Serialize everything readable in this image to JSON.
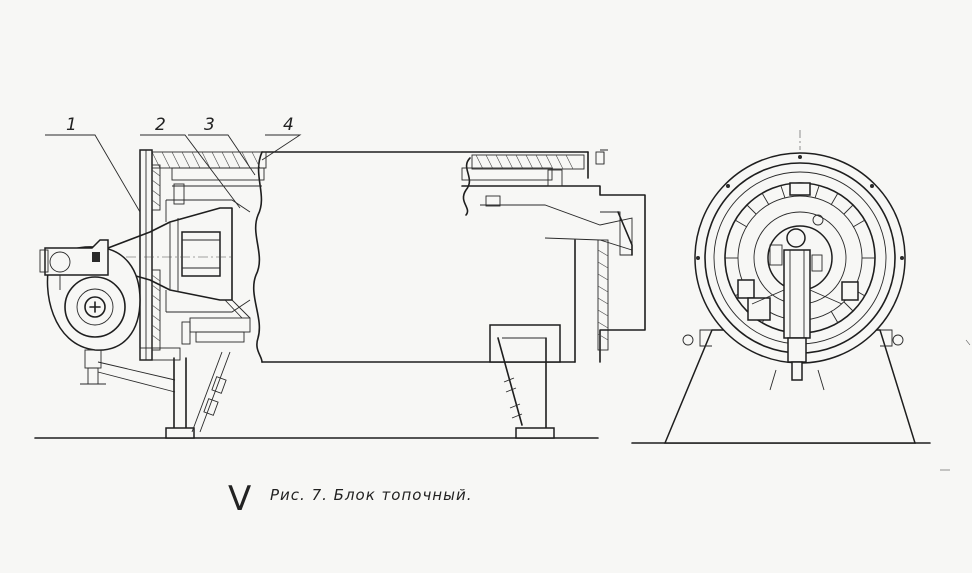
{
  "drawing": {
    "callouts": [
      {
        "id": "1",
        "label": "1"
      },
      {
        "id": "2",
        "label": "2"
      },
      {
        "id": "3",
        "label": "3"
      },
      {
        "id": "4",
        "label": "4"
      }
    ],
    "mark": "V",
    "caption": "Рис. 7. Блок топочный."
  },
  "colors": {
    "paper": "#f7f7f5",
    "ink": "#1e1e1e"
  }
}
